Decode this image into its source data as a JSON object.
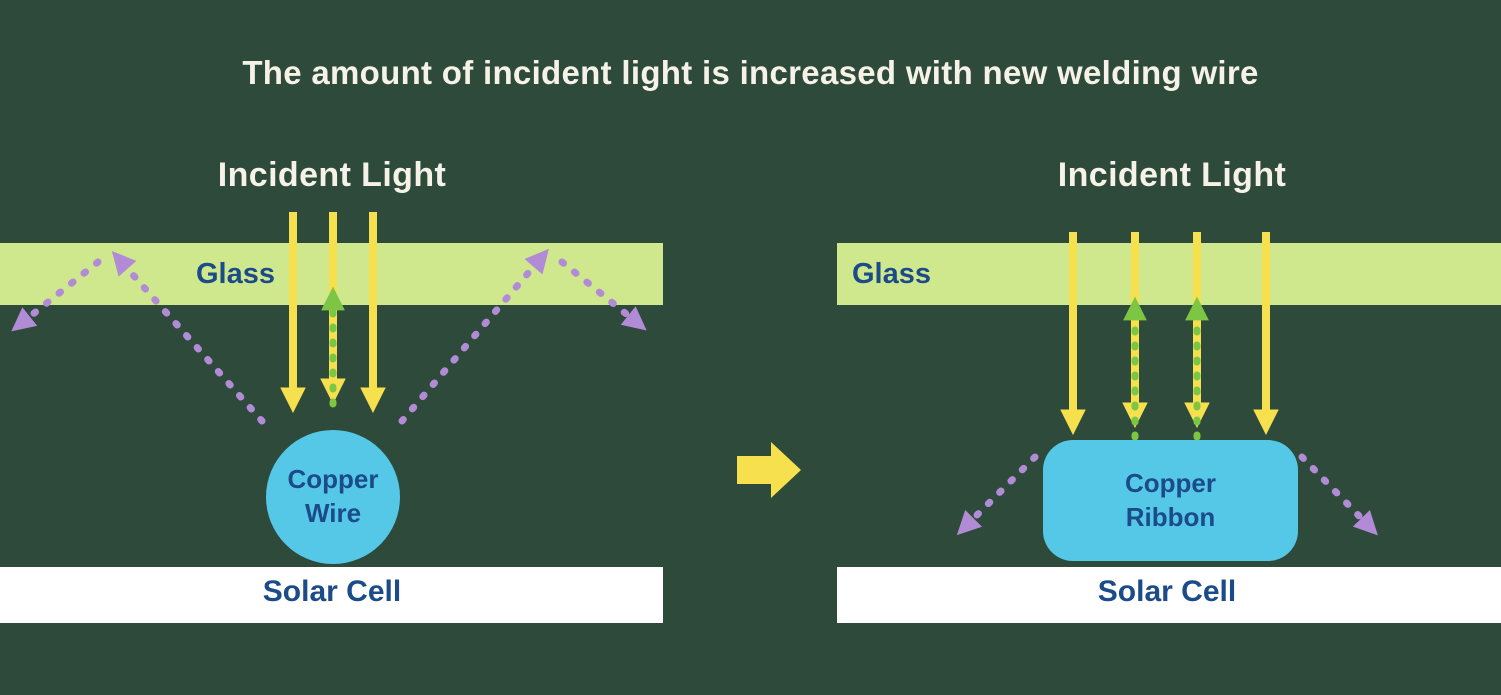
{
  "title": "The amount of incident light is increased with new welding wire",
  "colors": {
    "background": "#2e4a3b",
    "heading_text": "#f6f2e7",
    "glass_band": "#cfe88d",
    "label_text": "#1b4b88",
    "incident_arrow_yellow": "#f7e04e",
    "reflected_arrow_purple": "#b28bd6",
    "transmitted_arrow_green": "#7cc644",
    "copper_fill": "#55c8e8",
    "solar_cell_fill": "#ffffff"
  },
  "left_panel": {
    "incident_light_label": "Incident Light",
    "glass_label": "Glass",
    "copper_label_line1": "Copper",
    "copper_label_line2": "Wire",
    "solar_cell_label": "Solar Cell"
  },
  "right_panel": {
    "incident_light_label": "Incident Light",
    "glass_label": "Glass",
    "copper_label_line1": "Copper",
    "copper_label_line2": "Ribbon",
    "solar_cell_label": "Solar Cell"
  }
}
